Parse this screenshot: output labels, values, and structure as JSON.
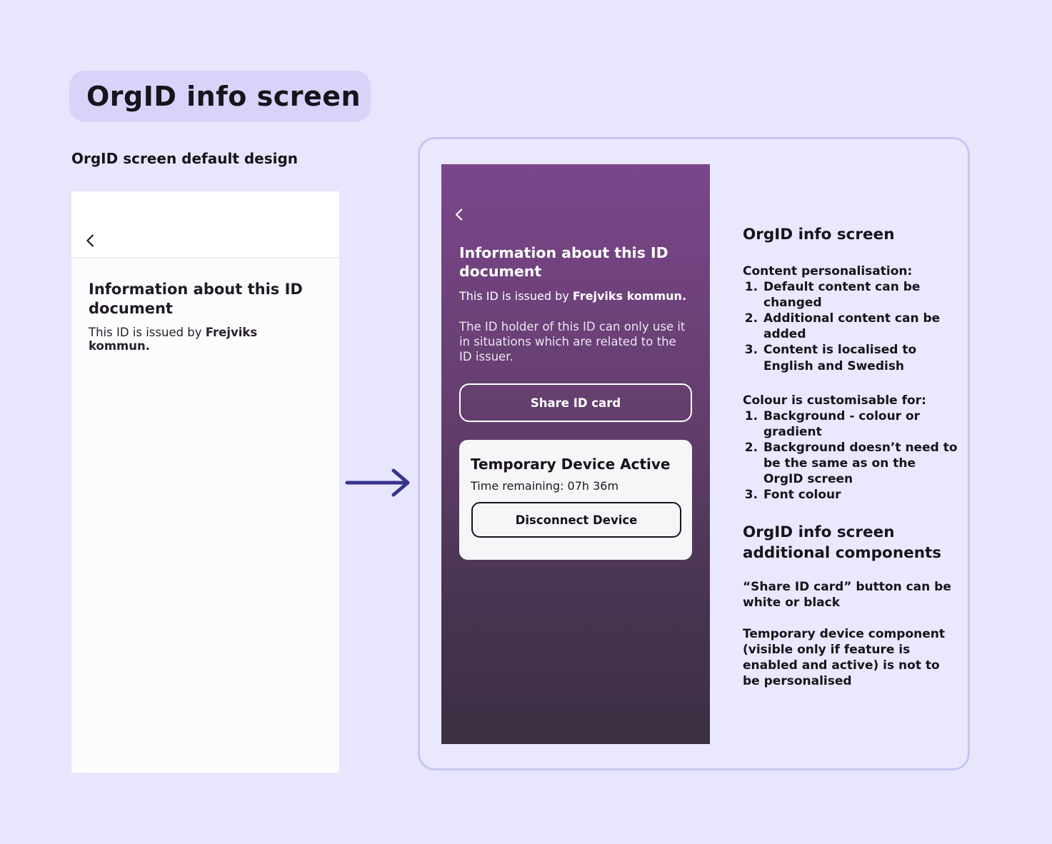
{
  "page": {
    "title_badge": "OrgID info screen",
    "subtitle": "OrgID screen default design"
  },
  "default_phone": {
    "heading": "Information about this ID document",
    "issued_prefix": "This ID is issued by ",
    "issuer": "Frejviks kommun."
  },
  "styled_phone": {
    "heading": "Information about this ID document",
    "issued_prefix": "This ID is issued by ",
    "issuer": "Frejviks kommun.",
    "holder_note": "The ID holder of this ID can only use it in situations which are related to the ID issuer.",
    "share_button_label": "Share ID card",
    "temp_device": {
      "title": "Temporary Device Active",
      "time_remaining": "Time remaining: 07h 36m",
      "disconnect_button_label": "Disconnect Device"
    }
  },
  "annotations": {
    "heading": "OrgID info screen",
    "content_personalisation": {
      "label": "Content personalisation:",
      "items": [
        "Default content can be changed",
        "Additional content can be added",
        "Content is localised to English and Swedish"
      ]
    },
    "colour_customisable": {
      "label": "Colour is customisable for:",
      "items": [
        "Background - colour or gradient",
        "Background doesn’t need to be the same as on the OrgID screen",
        "Font colour"
      ]
    },
    "additional_heading": "OrgID info screen additional components",
    "share_button_note": "“Share ID card” button can be white or black",
    "temp_device_note": "Temporary device component (visible  only if feature is enabled and active) is not to be personalised"
  },
  "colors": {
    "page_bg": "#e8e6fd",
    "badge_bg": "#d7d3f9",
    "panel_border": "#c9c5f2",
    "arrow": "#37338b",
    "grad_top": "#7b468c",
    "grad_mid1": "#643f6d",
    "grad_mid2": "#483451",
    "grad_bottom": "#3b2f42",
    "card_bg": "#f6f5f8",
    "text_dark": "#18131c"
  }
}
